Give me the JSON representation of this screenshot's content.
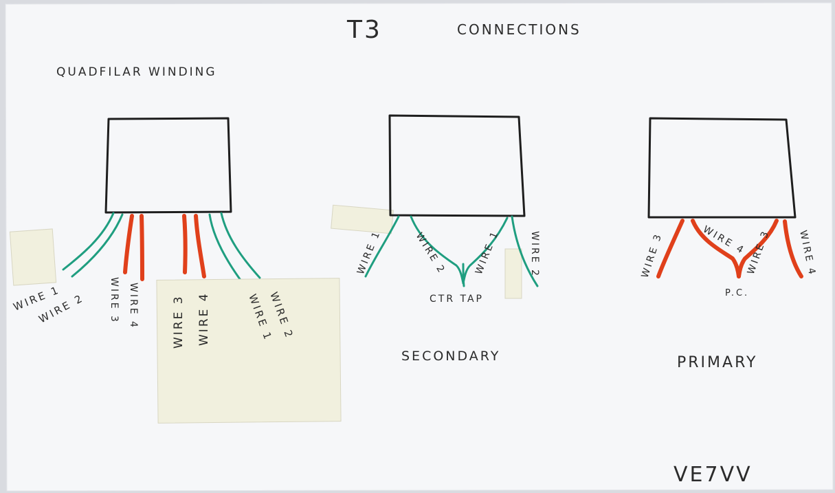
{
  "title": "T3",
  "title_suffix": "CONNECTIONS",
  "section_label": "QUADFILAR WINDING",
  "quadfilar": {
    "left_labels": [
      "WIRE 1",
      "WIRE 2",
      "WIRE 3",
      "WIRE 4"
    ],
    "note_labels": [
      "WIRE 3",
      "WIRE 4",
      "WIRE 1",
      "WIRE 2"
    ]
  },
  "secondary": {
    "label": "SECONDARY",
    "wire_labels": [
      "WIRE 1",
      "WIRE 2",
      "WIRE 1",
      "WIRE 2"
    ],
    "tap_label": "CTR TAP"
  },
  "primary": {
    "label": "PRIMARY",
    "wire_labels": [
      "WIRE 3",
      "WIRE 4",
      "WIRE 3",
      "WIRE 4"
    ],
    "tap_label": "P.C."
  },
  "author": "VE7VV",
  "colors": {
    "paper": "#f6f7f9",
    "ink": "#1e1e1e",
    "green_wire": "#1f9e80",
    "red_wire": "#e0401b",
    "sticky_note": "#f1f0de"
  }
}
